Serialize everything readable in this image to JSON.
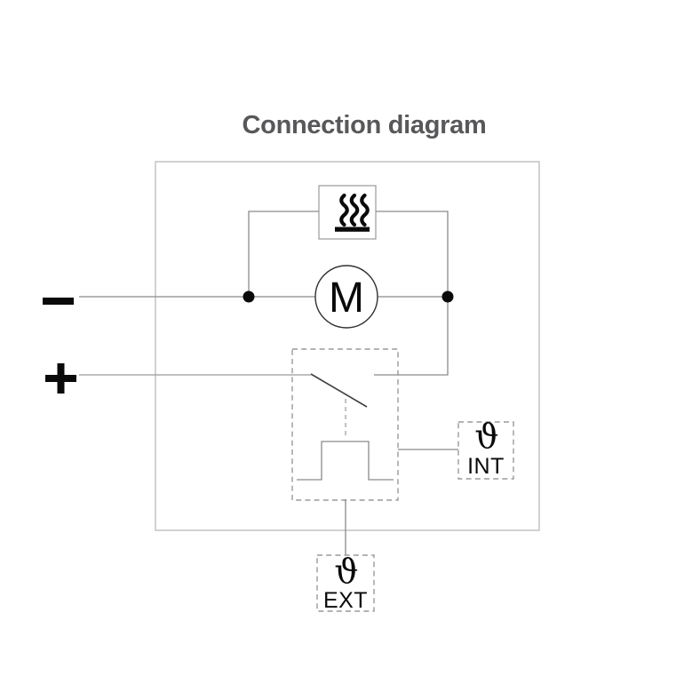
{
  "title": "Connection diagram",
  "diagram": {
    "polarity_negative": "−",
    "polarity_positive": "+",
    "motor_label": "M",
    "heater_icon": "heating-element-icon",
    "internal_sensor": {
      "symbol": "ϑ",
      "label": "INT"
    },
    "external_sensor": {
      "symbol": "ϑ",
      "label": "EXT"
    }
  },
  "colors": {
    "background": "#ffffff",
    "title_text": "#58585a",
    "wire": "#8a8a8a",
    "outer_frame": "#b5b5b5",
    "dashed_outline": "#9a9a9a",
    "switch_blade": "#404040",
    "symbol_black": "#0a0a0a"
  }
}
